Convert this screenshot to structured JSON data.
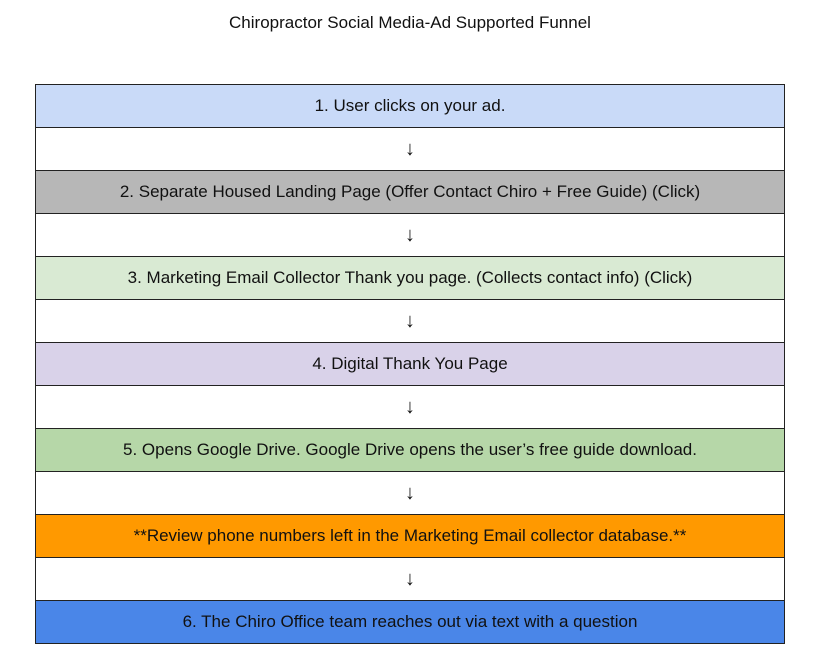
{
  "title": "Chiropractor Social Media-Ad Supported Funnel",
  "arrow": "↓",
  "steps": [
    {
      "label": "1. User clicks on your ad.",
      "color": "#c9daf8"
    },
    {
      "label": "2. Separate Housed Landing Page (Offer Contact Chiro + Free Guide) (Click)",
      "color": "#b7b7b7"
    },
    {
      "label": "3. Marketing Email Collector Thank you page. (Collects contact info) (Click)",
      "color": "#d9ead3"
    },
    {
      "label": "4. Digital Thank You Page",
      "color": "#d9d2e9"
    },
    {
      "label": "5. Opens Google Drive. Google Drive opens the user’s free guide download.",
      "color": "#b6d7a8"
    },
    {
      "label": "**Review phone numbers left in the Marketing Email collector database.**",
      "color": "#ff9900"
    },
    {
      "label": "6. The Chiro Office team reaches out via text with a question",
      "color": "#4a86e8"
    }
  ]
}
